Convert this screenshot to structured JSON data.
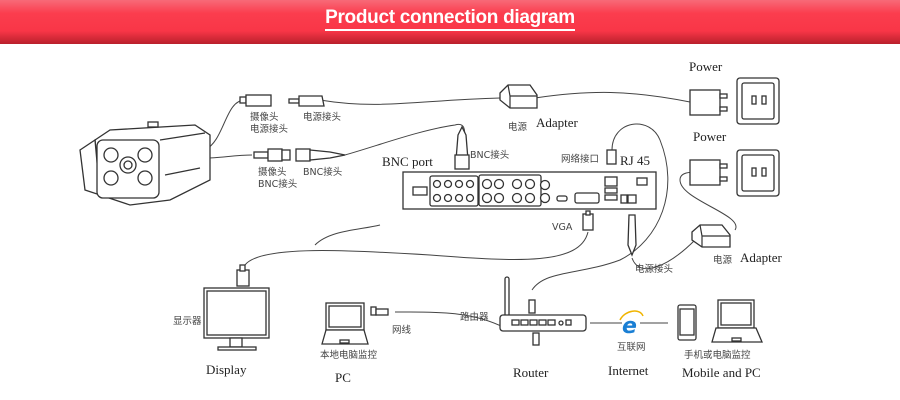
{
  "header": {
    "title": "Product connection diagram",
    "background_color": "#f93647",
    "text_color": "#ffffff"
  },
  "camera": {
    "power_plug_label_line1": "摄像头",
    "power_plug_label_line2": "电源接头",
    "power_jack_label": "电源接头",
    "bnc_plug_label_line1": "摄像头",
    "bnc_plug_label_line2": "BNC接头",
    "bnc_jack_label": "BNC接头"
  },
  "adapter_top": {
    "label_cn": "电源",
    "label_en": "Adapter"
  },
  "power_top": {
    "label": "Power"
  },
  "power_bottom": {
    "label": "Power"
  },
  "adapter_bottom": {
    "label_cn": "电源",
    "label_en": "Adapter"
  },
  "dvr": {
    "bnc_port_label": "BNC port",
    "bnc_connector_label": "BNC接头",
    "network_port_label_cn": "网络接口",
    "rj45_label": "RJ 45",
    "vga_label": "VGA",
    "power_connector_label": "电源接头"
  },
  "display": {
    "label_cn": "显示器",
    "label_en": "Display"
  },
  "pc": {
    "label_cn": "本地电脑监控",
    "label_en": "PC",
    "cable_label": "网线"
  },
  "router": {
    "label_cn": "路由器",
    "label_en": "Router"
  },
  "internet": {
    "label_cn": "互联网",
    "label_en": "Internet",
    "icon_color": "#1a7fd4"
  },
  "mobile_pc": {
    "label_cn": "手机或电脑监控",
    "label_en": "Mobile and PC"
  }
}
